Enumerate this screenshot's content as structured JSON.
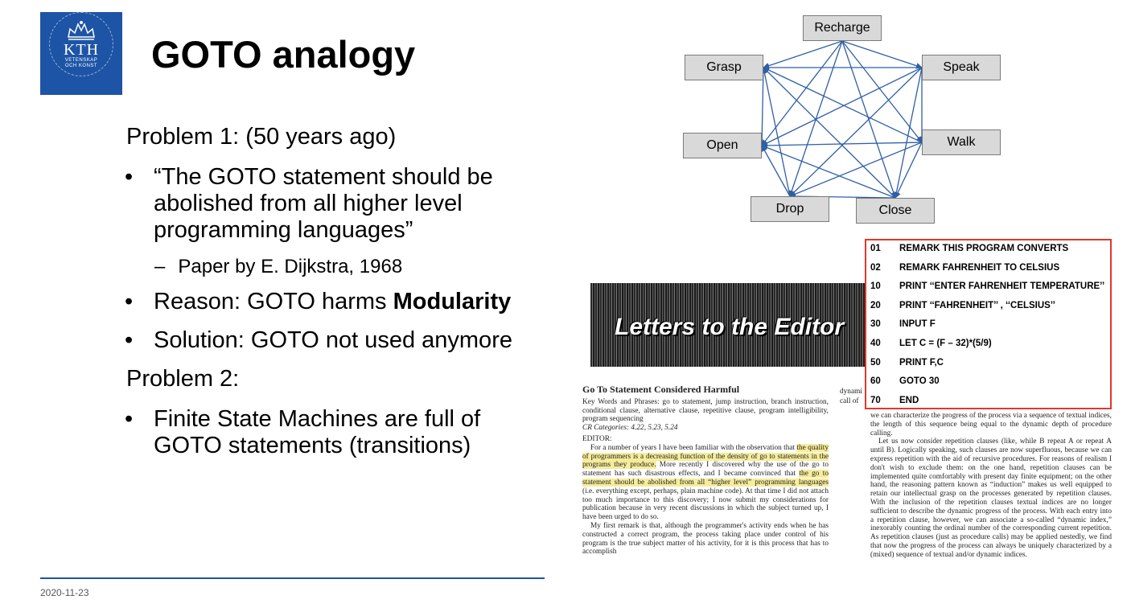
{
  "logo": {
    "text": "KTH",
    "subtext": "VETENSKAP\nOCH KONST"
  },
  "title": "GOTO analogy",
  "problem1": {
    "heading": "Problem 1: (50 years ago)",
    "bullets": [
      "“The GOTO statement should be abolished from all higher level programming languages”",
      "Paper by E. Dijkstra, 1968",
      "Reason: GOTO harms ",
      "Modularity",
      "Solution: GOTO not used anymore"
    ]
  },
  "problem2": {
    "heading": "Problem 2:",
    "bullets": [
      "Finite State Machines are full of GOTO statements (transitions)"
    ]
  },
  "date": "2020-11-23",
  "diagram": {
    "states": [
      "Recharge",
      "Speak",
      "Walk",
      "Close",
      "Drop",
      "Open",
      "Grasp"
    ],
    "edge_color": "#2f5fa7"
  },
  "paper": {
    "banner": "Letters to the Editor",
    "title": "Go To Statement Considered Harmful",
    "keywords": "Key Words and Phrases: go to statement, jump instruction, branch instruction, conditional clause, alternative clause, repetitive clause, program intelligibility, program sequencing",
    "categories": "CR Categories: 4.22, 5.23, 5.24",
    "editor": "EDITOR:",
    "p1a": "For a number of years I have been familiar with the observation that ",
    "p1b": "the quality of programmers is a decreasing function of the density of go to statements in the programs they produce.",
    "p1c": " More recently I discovered why the use of the go to statement has such disastrous effects, and I became convinced that ",
    "p1d": "the go to statement should be abolished from all “higher level” programming languages",
    "p1e": " (i.e. everything except, perhaps, plain machine code). At that time I did not attach too much importance to this discovery; I now submit my considerations for publication because in very recent discussions in which the subject turned up, I have been urged to do so.",
    "p2": "My first remark is that, although the programmer's activity ends when he has constructed a correct program, the process taking place under control of his program is the true subject matter of his activity, for it is this process that has to accomplish",
    "col2_top1": "dynami",
    "col2_top2": "call of",
    "col2_p1": "we can characterize the progress of the process via a sequence of textual indices, the length of this sequence being equal to the dynamic depth of procedure calling.",
    "col2_p2": "Let us now consider repetition clauses (like, while B repeat A or repeat A until B). Logically speaking, such clauses are now superfluous, because we can express repetition with the aid of recursive procedures. For reasons of realism I don't wish to exclude them: on the one hand, repetition clauses can be implemented quite comfortably with present day finite equipment; on the other hand, the reasoning pattern known as “induction” makes us well equipped to retain our intellectual grasp on the processes generated by repetition clauses. With the inclusion of the repetition clauses textual indices are no longer sufficient to describe the dynamic progress of the process. With each entry into a repetition clause, however, we can associate a so-called “dynamic index,” inexorably counting the ordinal number of the corresponding current repetition. As repetition clauses (just as procedure calls) may be applied nestedly, we find that now the progress of the process can always be uniquely characterized by a (mixed) sequence of textual and/or dynamic indices."
  },
  "basic_program": [
    {
      "num": "01",
      "code": "REMARK THIS PROGRAM CONVERTS"
    },
    {
      "num": "02",
      "code": "REMARK FAHRENHEIT TO CELSIUS"
    },
    {
      "num": "10",
      "code": "PRINT ‘‘ENTER FAHRENHEIT TEMPERATURE’’"
    },
    {
      "num": "20",
      "code": "PRINT ‘‘FAHRENHEIT’’ , ‘‘CELSIUS’’"
    },
    {
      "num": "30",
      "code": "INPUT F"
    },
    {
      "num": "40",
      "code": "LET C = (F – 32)*(5/9)"
    },
    {
      "num": "50",
      "code": "PRINT F,C"
    },
    {
      "num": "60",
      "code": "GOTO 30"
    },
    {
      "num": "70",
      "code": "END"
    }
  ]
}
